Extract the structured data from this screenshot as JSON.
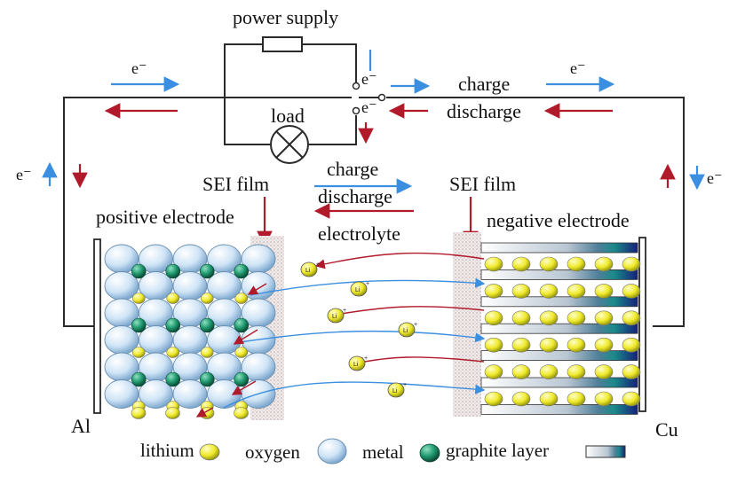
{
  "labels": {
    "power_supply": "power supply",
    "load": "load",
    "electron": "e⁻",
    "charge": "charge",
    "discharge": "discharge",
    "sei_film": "SEI film",
    "positive_electrode": "positive electrode",
    "negative_electrode": "negative electrode",
    "electrolyte": "electrolyte",
    "al": "Al",
    "cu": "Cu",
    "li_ion": "Li",
    "li_charge": "+"
  },
  "legend": {
    "lithium": "lithium",
    "oxygen": "oxygen",
    "metal": "metal",
    "graphite_layer": "graphite layer"
  },
  "colors": {
    "charge_arrow": "#3b8fe0",
    "discharge_arrow": "#b01a2a",
    "wire": "#2a2a2a",
    "lithium": "#e8e42a",
    "oxygen": "#c9e1f5",
    "metal": "#1f8f6a",
    "sei": "#d9c9c9",
    "graphite_dark": "#1a2a80"
  }
}
